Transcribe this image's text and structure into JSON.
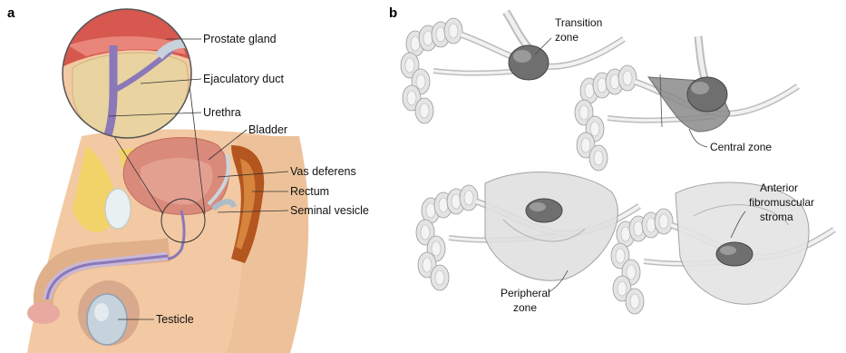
{
  "panels": {
    "a": {
      "letter": "a",
      "labels": {
        "prostate_gland": "Prostate gland",
        "ejaculatory_duct": "Ejaculatory duct",
        "urethra": "Urethra",
        "bladder": "Bladder",
        "vas_deferens": "Vas deferens",
        "rectum": "Rectum",
        "seminal_vesicle": "Seminal vesicle",
        "testicle": "Testicle"
      }
    },
    "b": {
      "letter": "b",
      "labels": {
        "transition_zone_1": "Transition",
        "transition_zone_2": "zone",
        "central_zone": "Central zone",
        "peripheral_zone_1": "Peripheral",
        "peripheral_zone_2": "zone",
        "afs_1": "Anterior",
        "afs_2": "fibromuscular",
        "afs_3": "stroma"
      }
    }
  },
  "colors": {
    "skin": "#f2c9a3",
    "bladder": "#d98a7a",
    "prostate": "#e9d3a0",
    "urethra": "#8b78b8",
    "rectum": "#b4561f",
    "fat": "#f1d36a",
    "gray_tissue": "#d8d8d8",
    "zone_dark": "#6f6f6f"
  }
}
